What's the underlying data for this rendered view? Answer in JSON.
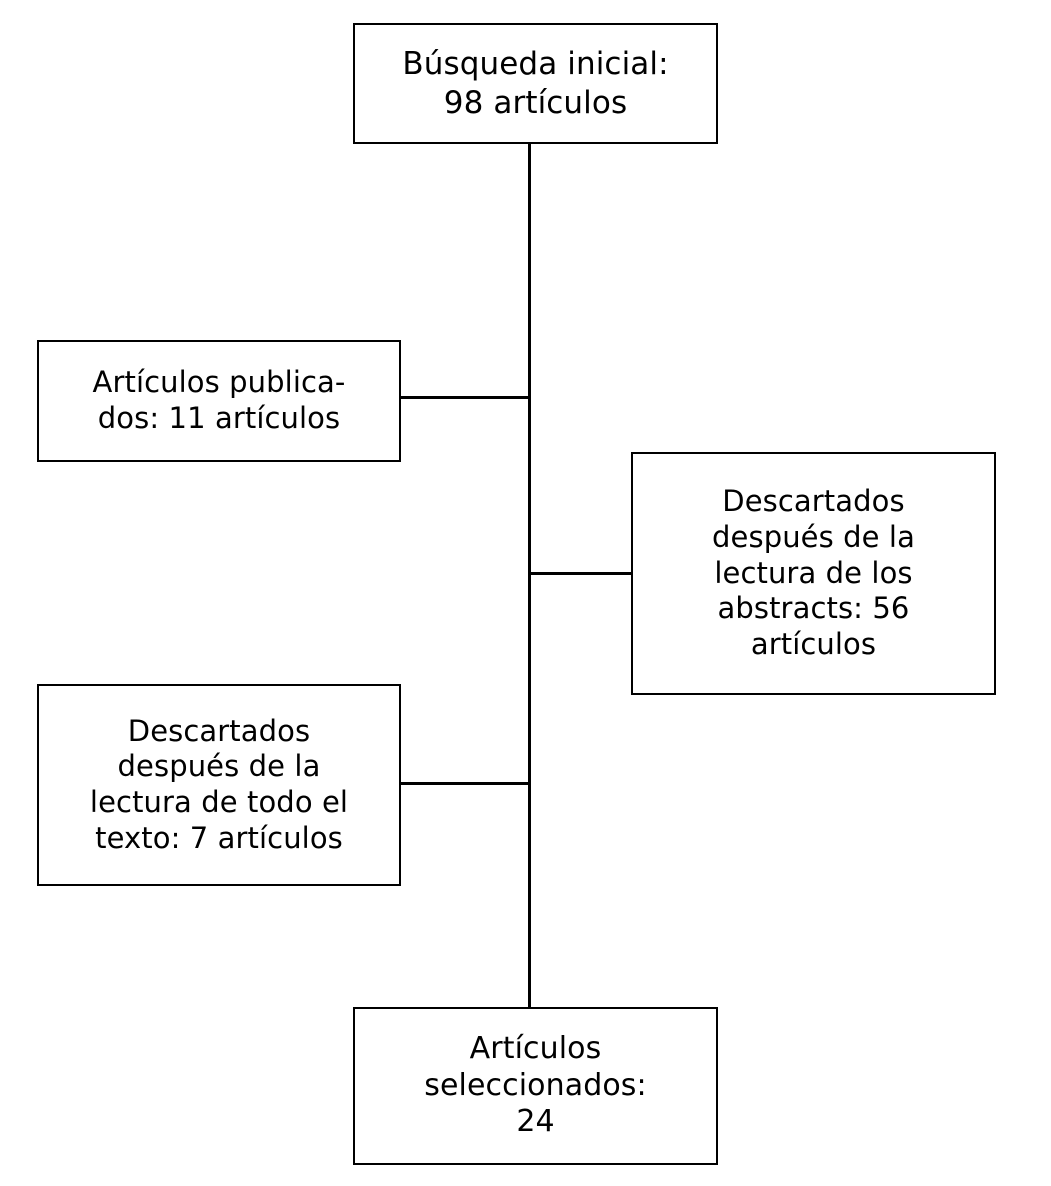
{
  "diagram": {
    "title": "Diagrama de flujo de seleccion de articulos",
    "language": "es",
    "background_color": "#ffffff",
    "line_color": "#000000",
    "text_color": "#000000",
    "nodes": {
      "initial_search": {
        "label": "Búsqueda inicial:\n98 artículos",
        "count": 98,
        "name": "Búsqueda inicial",
        "unit": "artículos"
      },
      "published": {
        "label": "Artículos publica-\ndos: 11 artículos",
        "count": 11,
        "name": "Artículos publicados",
        "unit": "artículos"
      },
      "discarded_abstracts": {
        "label": "Descartados\ndespués de la\nlectura de los\nabstracts: 56\nartículos",
        "count": 56,
        "name": "Descartados después de la lectura de los abstracts",
        "unit": "artículos"
      },
      "discarded_fulltext": {
        "label": "Descartados\ndespués de la\nlectura de todo el\ntexto: 7 artículos",
        "count": 7,
        "name": "Descartados después de la lectura de todo el texto",
        "unit": "artículos"
      },
      "selected": {
        "label": "Artículos\nseleccionados:\n24",
        "count": 24,
        "name": "Artículos seleccionados",
        "unit": "artículos"
      }
    },
    "edges": [
      {
        "from": "initial_search",
        "to": "published",
        "label": ""
      },
      {
        "from": "initial_search",
        "to": "discarded_abstracts",
        "label": ""
      },
      {
        "from": "initial_search",
        "to": "discarded_fulltext",
        "label": ""
      },
      {
        "from": "initial_search",
        "to": "selected",
        "label": ""
      }
    ]
  }
}
